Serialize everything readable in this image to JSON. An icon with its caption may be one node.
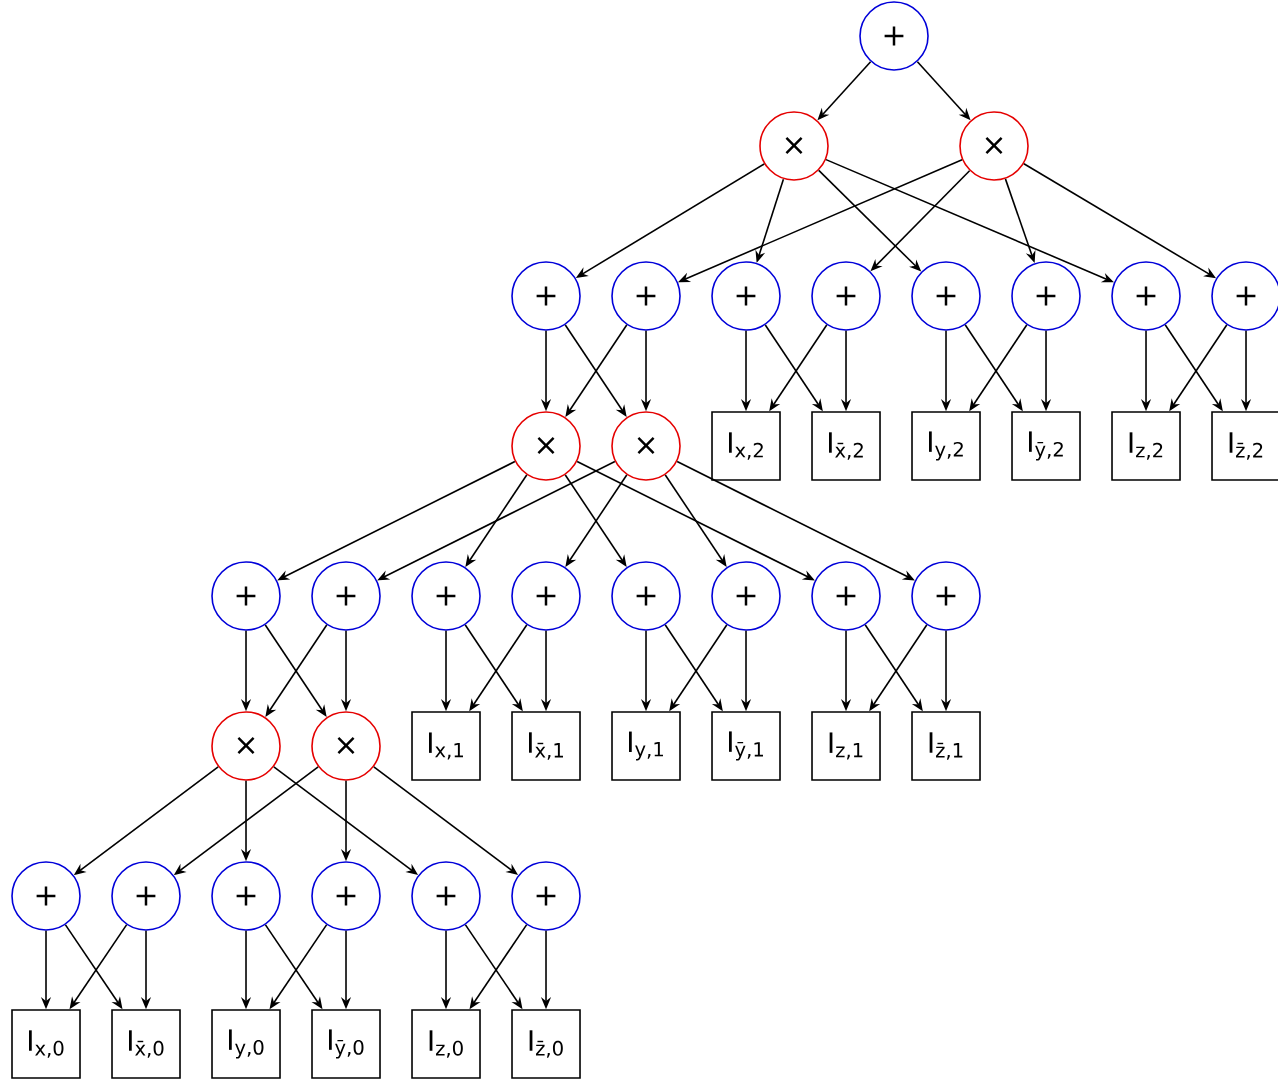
{
  "diagram": {
    "nodes": [
      {
        "text": [
          "+"
        ]
      },
      {
        "text": [
          "×"
        ]
      },
      {
        "text": [
          "×"
        ]
      },
      {
        "text": [
          "+"
        ]
      },
      {
        "text": [
          "+"
        ]
      },
      {
        "text": [
          "+"
        ]
      },
      {
        "text": [
          "+"
        ]
      },
      {
        "text": [
          "+"
        ]
      },
      {
        "text": [
          "+"
        ]
      },
      {
        "text": [
          "+"
        ]
      },
      {
        "text": [
          "+"
        ]
      },
      {
        "text": [
          "×"
        ]
      },
      {
        "text": [
          "×"
        ]
      },
      {
        "text": [
          "I$_{x,2}$"
        ]
      },
      {
        "text": [
          "I$_{x̄,2}$"
        ]
      },
      {
        "text": [
          "I$_{y,2}$"
        ]
      },
      {
        "text": [
          "I$_{ȳ,2}$"
        ]
      },
      {
        "text": [
          "I$_{z,2}$"
        ]
      },
      {
        "text": [
          "I$_{z̄,2}$"
        ]
      },
      {
        "text": [
          "+"
        ]
      },
      {
        "text": [
          "+"
        ]
      },
      {
        "text": [
          "+"
        ]
      },
      {
        "text": [
          "+"
        ]
      },
      {
        "text": [
          "+"
        ]
      },
      {
        "text": [
          "+"
        ]
      },
      {
        "text": [
          "+"
        ]
      },
      {
        "text": [
          "+"
        ]
      },
      {
        "text": [
          "×"
        ]
      },
      {
        "text": [
          "×"
        ]
      },
      {
        "text": [
          "I$_{x,1}$"
        ]
      },
      {
        "text": [
          "I$_{x̄,1}$"
        ]
      },
      {
        "text": [
          "I$_{y,1}$"
        ]
      },
      {
        "text": [
          "I$_{ȳ,1}$"
        ]
      },
      {
        "text": [
          "I$_{z,1}$"
        ]
      },
      {
        "text": [
          "I$_{z̄,1}$"
        ]
      },
      {
        "text": [
          "+"
        ]
      },
      {
        "text": [
          "+"
        ]
      },
      {
        "text": [
          "+"
        ]
      },
      {
        "text": [
          "+"
        ]
      },
      {
        "text": [
          "+"
        ]
      },
      {
        "text": [
          "+"
        ]
      },
      {
        "text": [
          "I$_{x,0}$"
        ]
      },
      {
        "text": [
          "I$_{x̄,0}$"
        ]
      },
      {
        "text": [
          "I$_{y,0}$"
        ]
      },
      {
        "text": [
          "I$_{ȳ,0}$"
        ]
      },
      {
        "text": [
          "I$_{z,0}$"
        ]
      },
      {
        "text": [
          "I$_{z̄,0}$"
        ]
      }
    ],
    "edges": [
      {
        "from": 0,
        "to": 1,
        "arrow": "to"
      },
      {
        "from": 0,
        "to": 2,
        "arrow": "to"
      },
      {
        "from": 1,
        "to": 3,
        "arrow": "to"
      },
      {
        "from": 1,
        "to": 5,
        "arrow": "to"
      },
      {
        "from": 1,
        "to": 7,
        "arrow": "to"
      },
      {
        "from": 1,
        "to": 9,
        "arrow": "to"
      },
      {
        "from": 2,
        "to": 4,
        "arrow": "to"
      },
      {
        "from": 2,
        "to": 6,
        "arrow": "to"
      },
      {
        "from": 2,
        "to": 8,
        "arrow": "to"
      },
      {
        "from": 2,
        "to": 10,
        "arrow": "to"
      },
      {
        "from": 3,
        "to": 11,
        "arrow": "to"
      },
      {
        "from": 3,
        "to": 12,
        "arrow": "to"
      },
      {
        "from": 4,
        "to": 11,
        "arrow": "to"
      },
      {
        "from": 4,
        "to": 12,
        "arrow": "to"
      },
      {
        "from": 5,
        "to": 13,
        "arrow": "to"
      },
      {
        "from": 5,
        "to": 14,
        "arrow": "to"
      },
      {
        "from": 6,
        "to": 13,
        "arrow": "to"
      },
      {
        "from": 6,
        "to": 14,
        "arrow": "to"
      },
      {
        "from": 7,
        "to": 15,
        "arrow": "to"
      },
      {
        "from": 7,
        "to": 16,
        "arrow": "to"
      },
      {
        "from": 8,
        "to": 15,
        "arrow": "to"
      },
      {
        "from": 8,
        "to": 16,
        "arrow": "to"
      },
      {
        "from": 9,
        "to": 17,
        "arrow": "to"
      },
      {
        "from": 9,
        "to": 18,
        "arrow": "to"
      },
      {
        "from": 10,
        "to": 17,
        "arrow": "to"
      },
      {
        "from": 10,
        "to": 18,
        "arrow": "to"
      },
      {
        "from": 11,
        "to": 19,
        "arrow": "to"
      },
      {
        "from": 11,
        "to": 21,
        "arrow": "to"
      },
      {
        "from": 11,
        "to": 23,
        "arrow": "to"
      },
      {
        "from": 11,
        "to": 25,
        "arrow": "to"
      },
      {
        "from": 12,
        "to": 20,
        "arrow": "to"
      },
      {
        "from": 12,
        "to": 22,
        "arrow": "to"
      },
      {
        "from": 12,
        "to": 24,
        "arrow": "to"
      },
      {
        "from": 12,
        "to": 26,
        "arrow": "to"
      },
      {
        "from": 19,
        "to": 27,
        "arrow": "to"
      },
      {
        "from": 19,
        "to": 28,
        "arrow": "to"
      },
      {
        "from": 20,
        "to": 27,
        "arrow": "to"
      },
      {
        "from": 20,
        "to": 28,
        "arrow": "to"
      },
      {
        "from": 21,
        "to": 29,
        "arrow": "to"
      },
      {
        "from": 21,
        "to": 30,
        "arrow": "to"
      },
      {
        "from": 22,
        "to": 29,
        "arrow": "to"
      },
      {
        "from": 22,
        "to": 30,
        "arrow": "to"
      },
      {
        "from": 23,
        "to": 31,
        "arrow": "to"
      },
      {
        "from": 23,
        "to": 32,
        "arrow": "to"
      },
      {
        "from": 24,
        "to": 31,
        "arrow": "to"
      },
      {
        "from": 24,
        "to": 32,
        "arrow": "to"
      },
      {
        "from": 25,
        "to": 33,
        "arrow": "to"
      },
      {
        "from": 25,
        "to": 34,
        "arrow": "to"
      },
      {
        "from": 26,
        "to": 33,
        "arrow": "to"
      },
      {
        "from": 26,
        "to": 34,
        "arrow": "to"
      },
      {
        "from": 27,
        "to": 35,
        "arrow": "to"
      },
      {
        "from": 27,
        "to": 37,
        "arrow": "to"
      },
      {
        "from": 27,
        "to": 39,
        "arrow": "to"
      },
      {
        "from": 28,
        "to": 36,
        "arrow": "to"
      },
      {
        "from": 28,
        "to": 38,
        "arrow": "to"
      },
      {
        "from": 28,
        "to": 40,
        "arrow": "to"
      },
      {
        "from": 35,
        "to": 41,
        "arrow": "to"
      },
      {
        "from": 35,
        "to": 42,
        "arrow": "to"
      },
      {
        "from": 36,
        "to": 41,
        "arrow": "to"
      },
      {
        "from": 36,
        "to": 42,
        "arrow": "to"
      },
      {
        "from": 37,
        "to": 43,
        "arrow": "to"
      },
      {
        "from": 37,
        "to": 44,
        "arrow": "to"
      },
      {
        "from": 38,
        "to": 43,
        "arrow": "to"
      },
      {
        "from": 38,
        "to": 44,
        "arrow": "to"
      },
      {
        "from": 39,
        "to": 45,
        "arrow": "to"
      },
      {
        "from": 39,
        "to": 46,
        "arrow": "to"
      },
      {
        "from": 40,
        "to": 45,
        "arrow": "to"
      },
      {
        "from": 40,
        "to": 46,
        "arrow": "to"
      }
    ]
  }
}
